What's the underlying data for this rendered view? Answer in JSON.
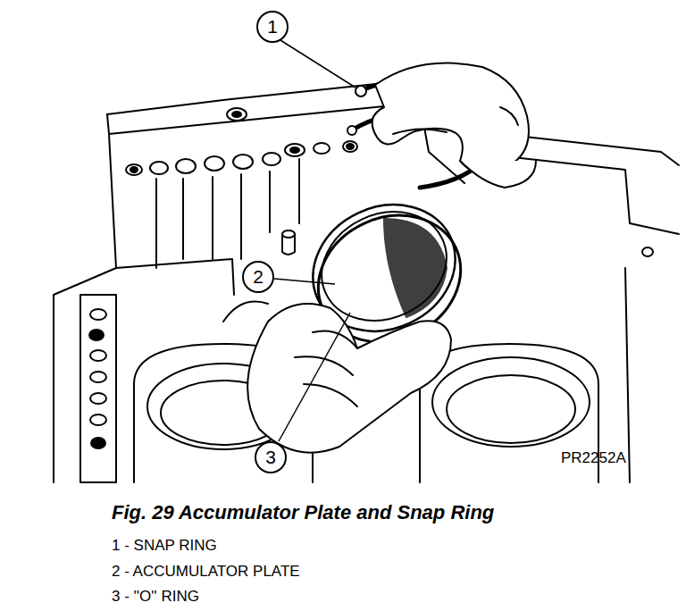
{
  "diagram": {
    "caption": "Fig. 29 Accumulator Plate and Snap Ring",
    "nodes": [
      {
        "text": [
          "1"
        ]
      },
      {
        "text": [
          "2"
        ]
      },
      {
        "text": [
          "3"
        ]
      }
    ],
    "labels": [
      "PR2252A",
      "1 - SNAP RING",
      "2 - ACCUMULATOR PLATE",
      "3 - ''O'' RING"
    ]
  }
}
